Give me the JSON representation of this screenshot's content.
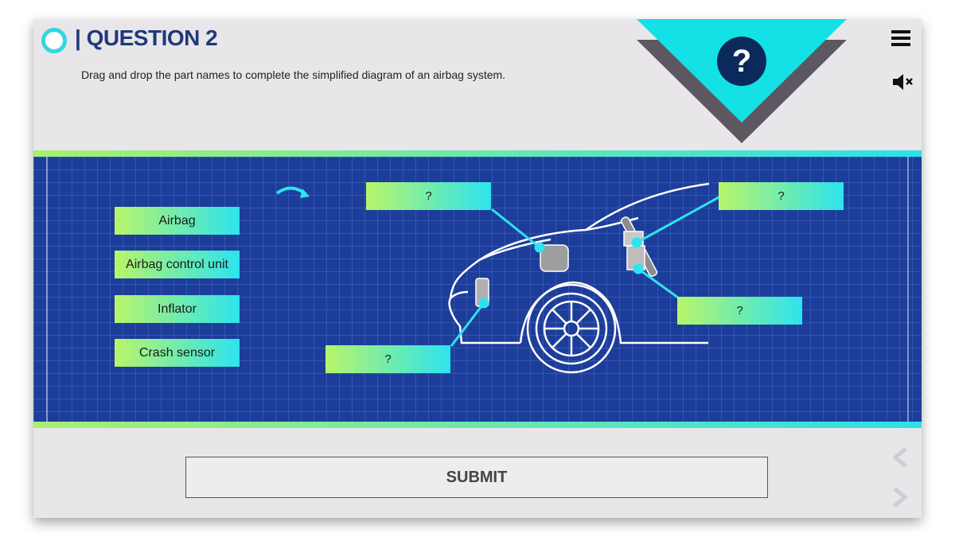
{
  "header": {
    "title": "| QUESTION 2",
    "instructions": "Drag and drop the part names to complete the simplified diagram of an airbag system.",
    "help_label": "?"
  },
  "options": [
    {
      "label": "Airbag"
    },
    {
      "label": "Airbag control unit"
    },
    {
      "label": "Inflator"
    },
    {
      "label": "Crash sensor"
    }
  ],
  "drop_targets": [
    {
      "label": "?"
    },
    {
      "label": "?"
    },
    {
      "label": "?"
    },
    {
      "label": "?"
    }
  ],
  "footer": {
    "submit_label": "SUBMIT"
  },
  "colors": {
    "accent": "#2de3ee",
    "accent_green": "#b8f56a",
    "navy": "#0b2a5b",
    "blueprint": "#1d3d9a"
  },
  "icons": [
    "timer-icon",
    "help-icon",
    "menu-icon",
    "mute-icon",
    "reset-icon",
    "prev-icon",
    "next-icon"
  ]
}
